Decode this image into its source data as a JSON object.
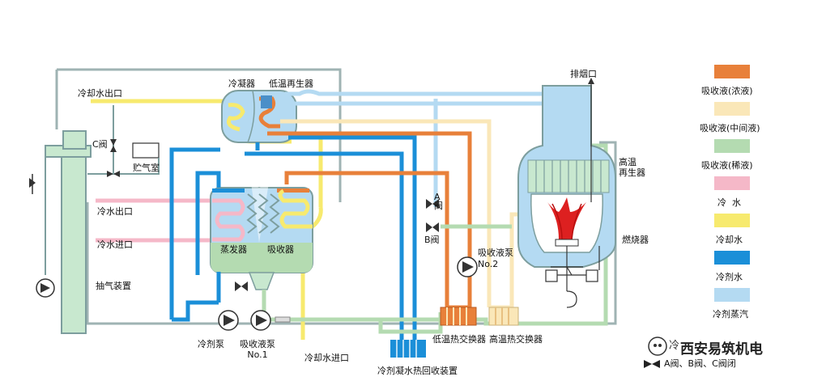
{
  "labels": {
    "condenser": "冷凝器",
    "low_temp_generator": "低温再生器",
    "cooling_water_out": "冷却水出口",
    "valve_c": "C阀",
    "gas_storage": "贮气室",
    "chilled_water_out": "冷水出口",
    "chilled_water_in": "冷水进口",
    "valve_a": "A\n阀",
    "valve_b": "B阀",
    "evaporator": "蒸发器",
    "absorber": "吸收器",
    "purge_device": "抽气装置",
    "refrigerant_pump": "冷剂泵",
    "absorbent_pump_1": "吸收液泵\nNo.1",
    "cooling_water_in": "冷却水进口",
    "heat_recovery": "冷剂凝水热回收装置",
    "low_temp_hx": "低温热交换器",
    "high_temp_hx": "高温热交换器",
    "absorbent_pump_2": "吸收液泵\nNo.2",
    "exhaust": "排烟口",
    "high_temp_generator": "高温\n再生器",
    "burner": "燃烧器"
  },
  "legend": [
    {
      "label": "吸收液(浓液)",
      "color": "#e8803a"
    },
    {
      "label": "吸收液(中间液)",
      "color": "#fae7b8"
    },
    {
      "label": "吸收液(稀液)",
      "color": "#b4dbb1"
    },
    {
      "label": "冷  水",
      "color": "#f5b8c8"
    },
    {
      "label": "冷却水",
      "color": "#f7ea6e"
    },
    {
      "label": "冷剂水",
      "color": "#1b8fd8"
    },
    {
      "label": "冷剂蒸汽",
      "color": "#b4daf2"
    }
  ],
  "valve_legend": "A阀、B阀、C阀闭",
  "watermark": "西安易筑机电",
  "watermark_prefix": "冷"
}
